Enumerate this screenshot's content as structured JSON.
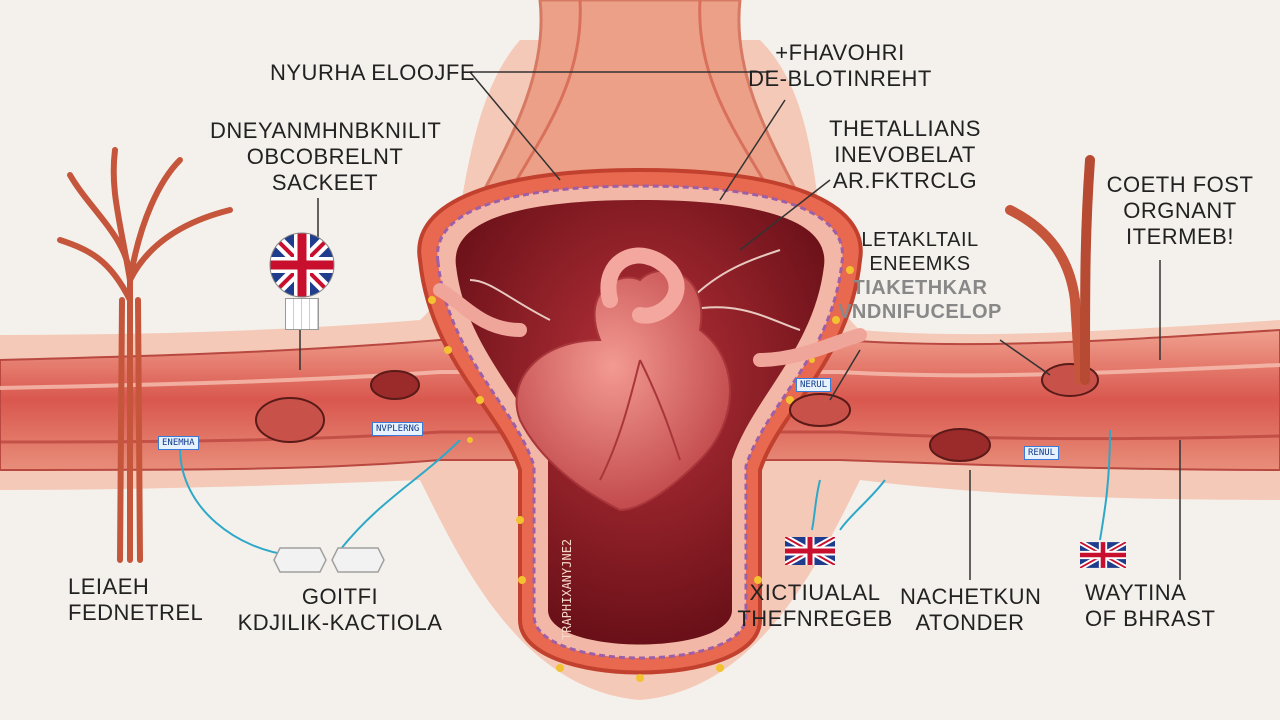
{
  "labels": {
    "top_left": "NYURHA ELOOJFE",
    "top_right": [
      "+FHAVOHRI",
      "DE-BLOTINREHT"
    ],
    "left_upper": [
      "DNEYANMHNBKNILIT",
      "OBCOBRELNT",
      "SACKEET"
    ],
    "center_right": [
      "THETALLIANS",
      "INEVOBELAT",
      "AR.FKTRCLG"
    ],
    "right_upper": [
      "COETH FOST",
      "ORGNANT",
      "ITERMEB!"
    ],
    "mid_right": [
      "LETAKLTAIL",
      "ENEEMKS",
      "TIAKETHKAR",
      "VNDNIFUCELOP"
    ],
    "bottom_1": [
      "LEIAEH",
      "FEDNETREL"
    ],
    "bottom_2": [
      "GOITFI",
      "KDJILIK-KACTIOLA"
    ],
    "bottom_3": [
      "XICTIUALAL",
      "THEFNREGEB"
    ],
    "bottom_4": [
      "NACHETKUN",
      "ATONDER"
    ],
    "bottom_5": [
      "WAYTINA",
      "OF BHRAST"
    ]
  },
  "tags": [
    "ENEMHA",
    "NVPLERNG",
    "NERUL",
    "RENUL"
  ],
  "vertical_text": "TRAPHIXANYJNE2",
  "colors": {
    "background": "#f4f1ec",
    "vessel": "#e2806d",
    "vessel_light": "#f4b8a6",
    "heart": "#d8605e",
    "cavity": "#7a1820",
    "wire": "#2ea8c8",
    "fat": "#f2c230"
  },
  "icons": [
    "uk-flag-icon",
    "uk-flag-icon",
    "uk-flag-icon"
  ]
}
